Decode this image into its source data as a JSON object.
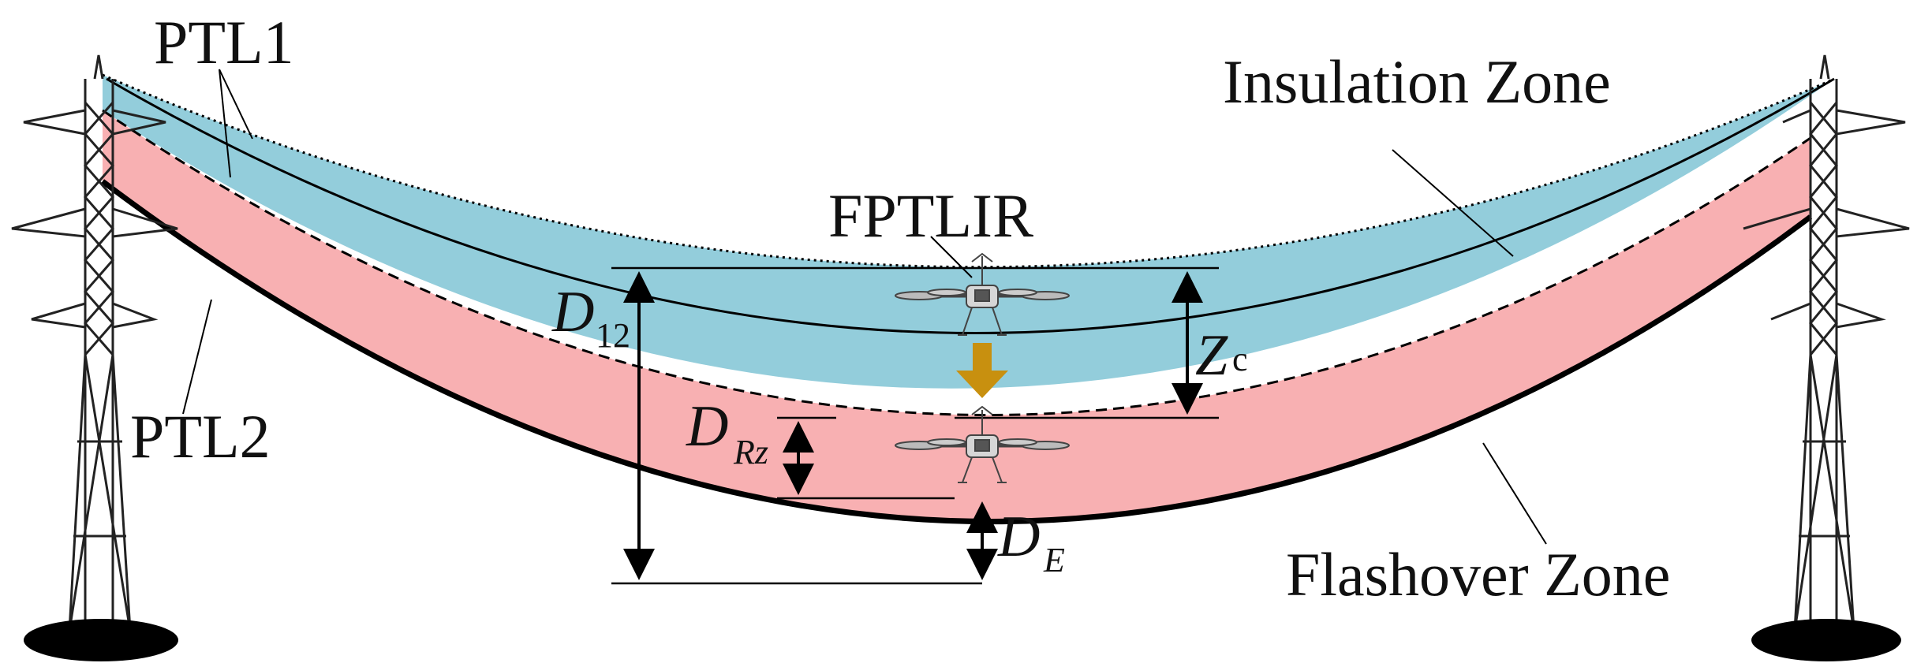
{
  "labels": {
    "ptl1": "PTL1",
    "ptl2": "PTL2",
    "fptlir": "FPTLIR",
    "insulation_zone": "Insulation Zone",
    "flashover_zone": "Flashover Zone"
  },
  "dimensions": {
    "d12": {
      "symbol": "D",
      "subscript": "12"
    },
    "zc": {
      "symbol": "Z",
      "subscript": "c"
    },
    "drz": {
      "symbol": "D",
      "subscript": "Rz"
    },
    "de": {
      "symbol": "D",
      "subscript": "E"
    }
  },
  "colors": {
    "insulation_zone": "#93cddb",
    "flashover_zone": "#f8b0b2",
    "arrow_fill": "#c8900f",
    "line": "#000000",
    "tower_base": "#000000"
  },
  "icons": {
    "drone": "drone-icon",
    "descend_arrow": "arrow-down-icon",
    "tower": "transmission-tower-icon"
  }
}
